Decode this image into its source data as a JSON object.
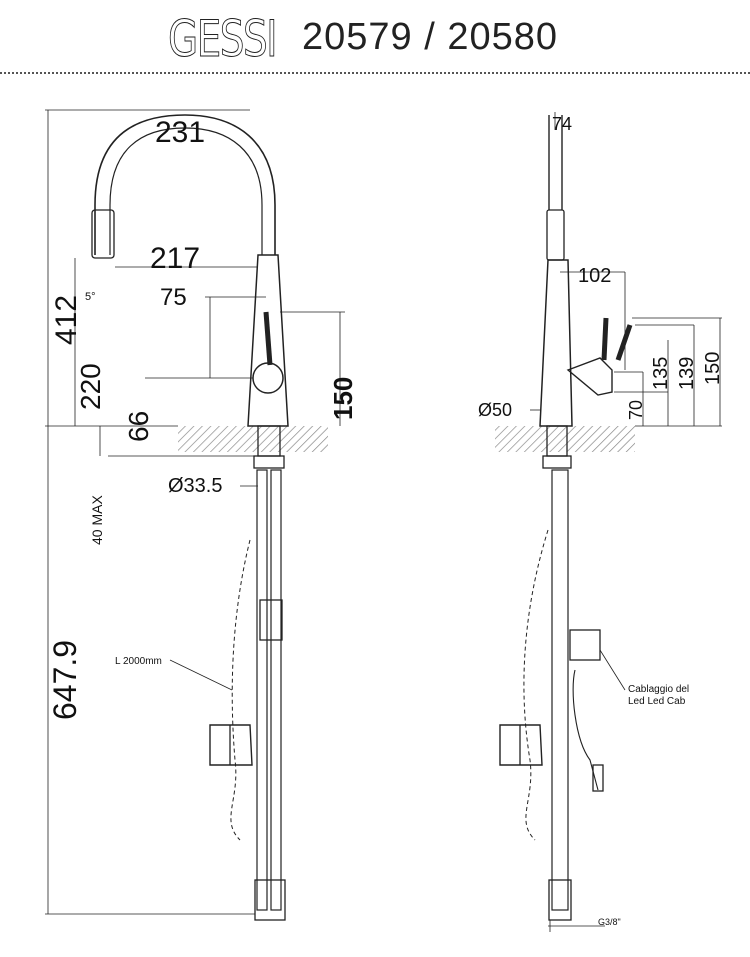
{
  "header": {
    "brand": "GESSI",
    "model": "20579 / 20580"
  },
  "front_view": {
    "dim_total_reach": "231",
    "dim_spout_reach": "217",
    "dim_handle_offset": "75",
    "dim_height_total": "412",
    "dim_height_spout": "220",
    "dim_height_handle_low": "66",
    "dim_handle_height": "150",
    "dim_mount_max": "40 MAX",
    "dim_shank_dia": "Ø33.5",
    "dim_hose_total": "647.9",
    "hose_length_label": "L 2000mm",
    "angle_mark": "5°"
  },
  "side_view": {
    "dim_top": "74",
    "dim_handle_reach": "102",
    "dim_base_dia": "Ø50",
    "dim_70": "70",
    "dim_135": "135",
    "dim_139": "139",
    "dim_150": "150",
    "cable_label_1": "Cablaggio  del",
    "cable_label_2": "Led    Led  Cab",
    "thread_label": "G3/8\""
  },
  "colors": {
    "line": "#222222",
    "hatch": "#888888"
  }
}
